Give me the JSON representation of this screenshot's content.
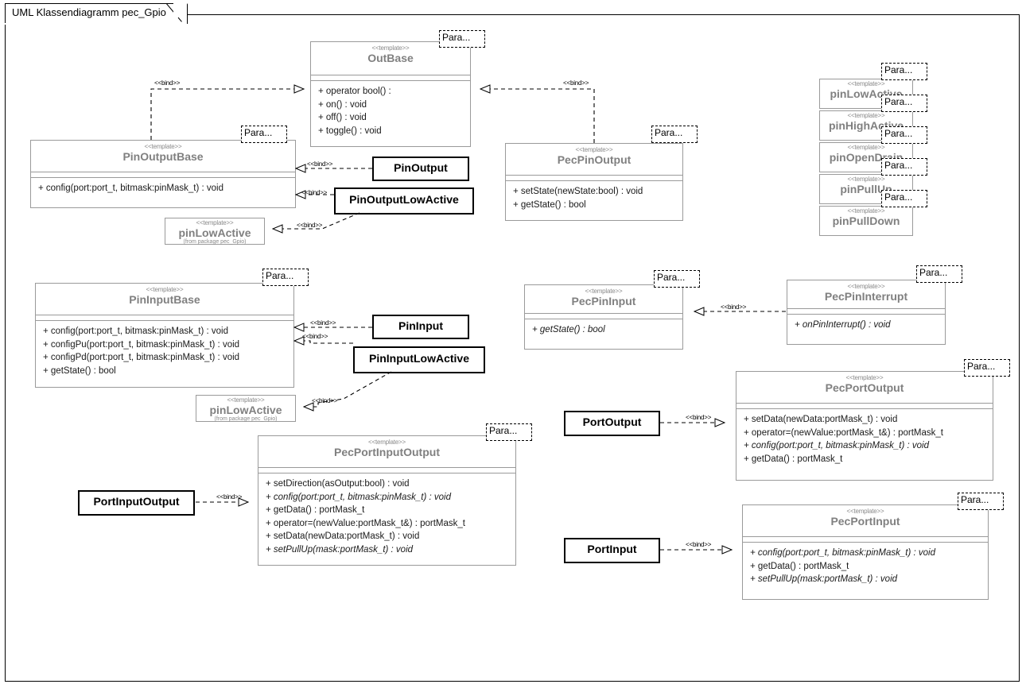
{
  "diagram": {
    "tab_title": "UML Klassendiagramm pec_Gpio",
    "stereotype_template": "<<template>>",
    "param_box_label": "Para...",
    "bind_label": "<<bind>>",
    "from_package_label": "(from package pec_Gpio)",
    "colors": {
      "frame_border": "#000000",
      "class_border": "#9a9a9a",
      "plain_class_border": "#000000",
      "template_name": "#808080",
      "stereotype_text": "#8a8a8a",
      "member_text": "#1a1a1a",
      "background": "#ffffff"
    }
  },
  "classes": {
    "out_base": {
      "name": "OutBase",
      "members": [
        "+ operator bool() :",
        "+ on() : void",
        "+ off() : void",
        "+ toggle() : void"
      ]
    },
    "pin_output_base": {
      "name": "PinOutputBase",
      "members": [
        "+ config(port:port_t, bitmask:pinMask_t) : void"
      ]
    },
    "pec_pin_output": {
      "name": "PecPinOutput",
      "members": [
        "+ setState(newState:bool) : void",
        "+ getState() : bool"
      ]
    },
    "pin_output": {
      "name": "PinOutput"
    },
    "pin_output_low_active": {
      "name": "PinOutputLowActive"
    },
    "pin_low_active_out": {
      "name": "pinLowActive",
      "sub": "(from package pec_Gpio)"
    },
    "pin_low_active_in": {
      "name": "pinLowActive",
      "sub": "(from package pec_Gpio)"
    },
    "pin_input_base": {
      "name": "PinInputBase",
      "members": [
        "+ config(port:port_t, bitmask:pinMask_t) : void",
        "+ configPu(port:port_t, bitmask:pinMask_t) : void",
        "+ configPd(port:port_t, bitmask:pinMask_t) : void",
        "+ getState() : bool"
      ]
    },
    "pin_input": {
      "name": "PinInput"
    },
    "pin_input_low_active": {
      "name": "PinInputLowActive"
    },
    "pec_pin_input": {
      "name": "PecPinInput",
      "members": [
        "+ getState() : bool"
      ]
    },
    "pec_pin_interrupt": {
      "name": "PecPinInterrupt",
      "members": [
        "+ onPinInterrupt() : void"
      ]
    },
    "pec_port_input_output": {
      "name": "PecPortInputOutput",
      "members": [
        "+ setDirection(asOutput:bool) : void",
        "+ config(port:port_t, bitmask:pinMask_t) : void",
        "+ getData() : portMask_t",
        "+ operator=(newValue:portMask_t&) : portMask_t",
        "+ setData(newData:portMask_t) : void",
        "+ setPullUp(mask:portMask_t) : void"
      ]
    },
    "port_input_output": {
      "name": "PortInputOutput"
    },
    "pec_port_output": {
      "name": "PecPortOutput",
      "members": [
        "+ setData(newData:portMask_t) : void",
        "+ operator=(newValue:portMask_t&) : portMask_t",
        "+ config(port:port_t, bitmask:pinMask_t) : void",
        "+ getData() : portMask_t"
      ]
    },
    "port_output": {
      "name": "PortOutput"
    },
    "pec_port_input": {
      "name": "PecPortInput",
      "members": [
        "+ config(port:port_t, bitmask:pinMask_t) : void",
        "+ getData() : portMask_t",
        "+ setPullUp(mask:portMask_t) : void"
      ]
    },
    "port_input": {
      "name": "PortInput"
    },
    "pin_traits": [
      {
        "name": "pinLowActive"
      },
      {
        "name": "pinHighActive"
      },
      {
        "name": "pinOpenDrain"
      },
      {
        "name": "pinPullUp"
      },
      {
        "name": "pinPullDown"
      }
    ]
  }
}
